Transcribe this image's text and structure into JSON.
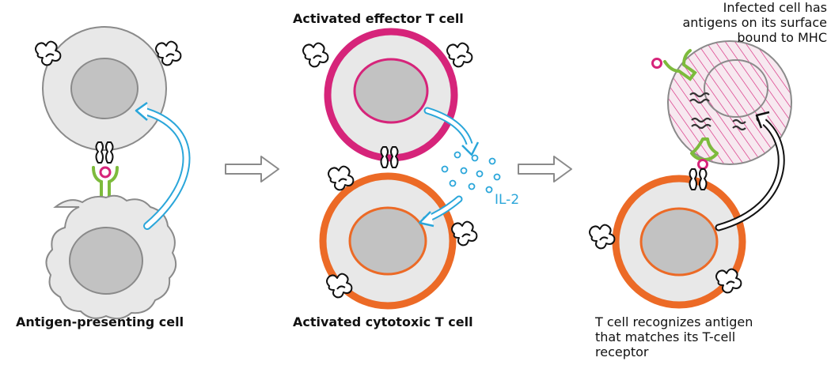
{
  "labels": {
    "activated_effector": "Activated effector T cell",
    "antigen_presenting": "Antigen-presenting cell",
    "activated_cytotoxic": "Activated cytotoxic T cell",
    "infected_lines": [
      "Infected cell has",
      "antigens on its surface",
      "bound to MHC"
    ],
    "recognize_lines": [
      "T cell recognizes antigen",
      "that matches its T-cell",
      "receptor"
    ],
    "il2": "IL-2"
  },
  "colors": {
    "cell_fill": "#e8e8e8",
    "nucleus_fill": "#c2c2c2",
    "outline_gray": "#8a8a8a",
    "effector_magenta": "#d6247a",
    "cytotoxic_orange": "#ec6a26",
    "arrow_blue": "#2aa6da",
    "antigen_green": "#7dbb3c"
  }
}
